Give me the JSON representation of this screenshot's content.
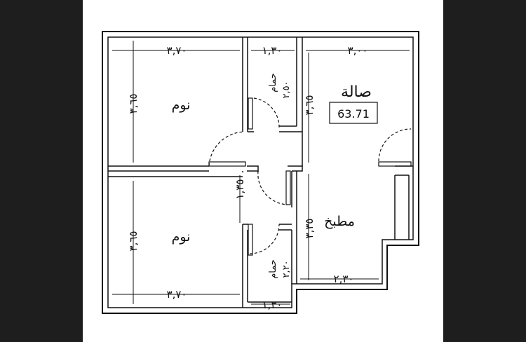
{
  "rooms": {
    "bedroom_top": "نوم",
    "bedroom_bottom": "نوم",
    "bath_top": "حمام",
    "bath_bottom": "حمام",
    "hall": "صالة",
    "kitchen": "مطبخ"
  },
  "area": "63.71",
  "dimensions": {
    "top_bed_width": "٣,٧٠",
    "top_bath_width": "١,٣٠",
    "hall_width": "٣,٠٠",
    "top_bed_height": "٣,٦٥",
    "top_bath_height": "٢,٥٠",
    "hall_height": "٣,٦٥",
    "corridor_height": "١,٣٥",
    "kitchen_height": "٣,٣٥",
    "bottom_bed_height": "٣,٦٥",
    "bottom_bath_height": "٢,٢٠",
    "kitchen_width": "٢,٣٠",
    "bottom_bed_width": "٣,٧٠",
    "bottom_bath_width": "١,٣٠"
  }
}
